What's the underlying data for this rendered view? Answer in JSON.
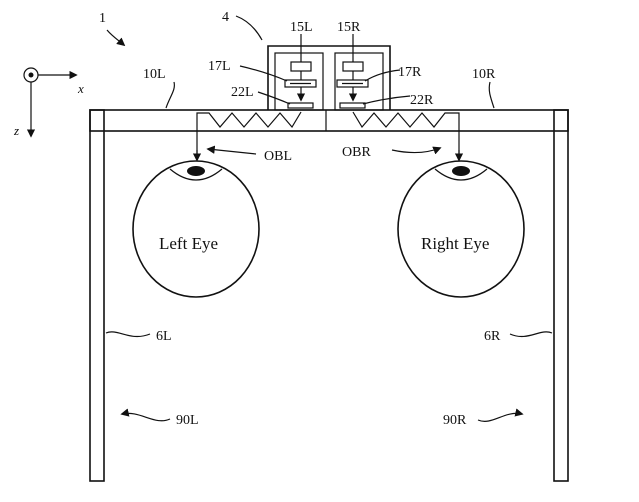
{
  "labels": {
    "fig_ref": "1",
    "unit": "4",
    "proj_left": "15L",
    "proj_right": "15R",
    "lens_left": "17L",
    "lens_right": "17R",
    "coupler_left": "22L",
    "coupler_right": "22R",
    "waveguide_left": "10L",
    "waveguide_right": "10R",
    "beam_left": "OBL",
    "beam_right": "OBR",
    "eye_left": "Left Eye",
    "eye_right": "Right Eye",
    "frame_left": "6L",
    "frame_right": "6R",
    "eyebox_left": "90L",
    "eyebox_right": "90R",
    "axis_x": "x",
    "axis_z": "z"
  }
}
